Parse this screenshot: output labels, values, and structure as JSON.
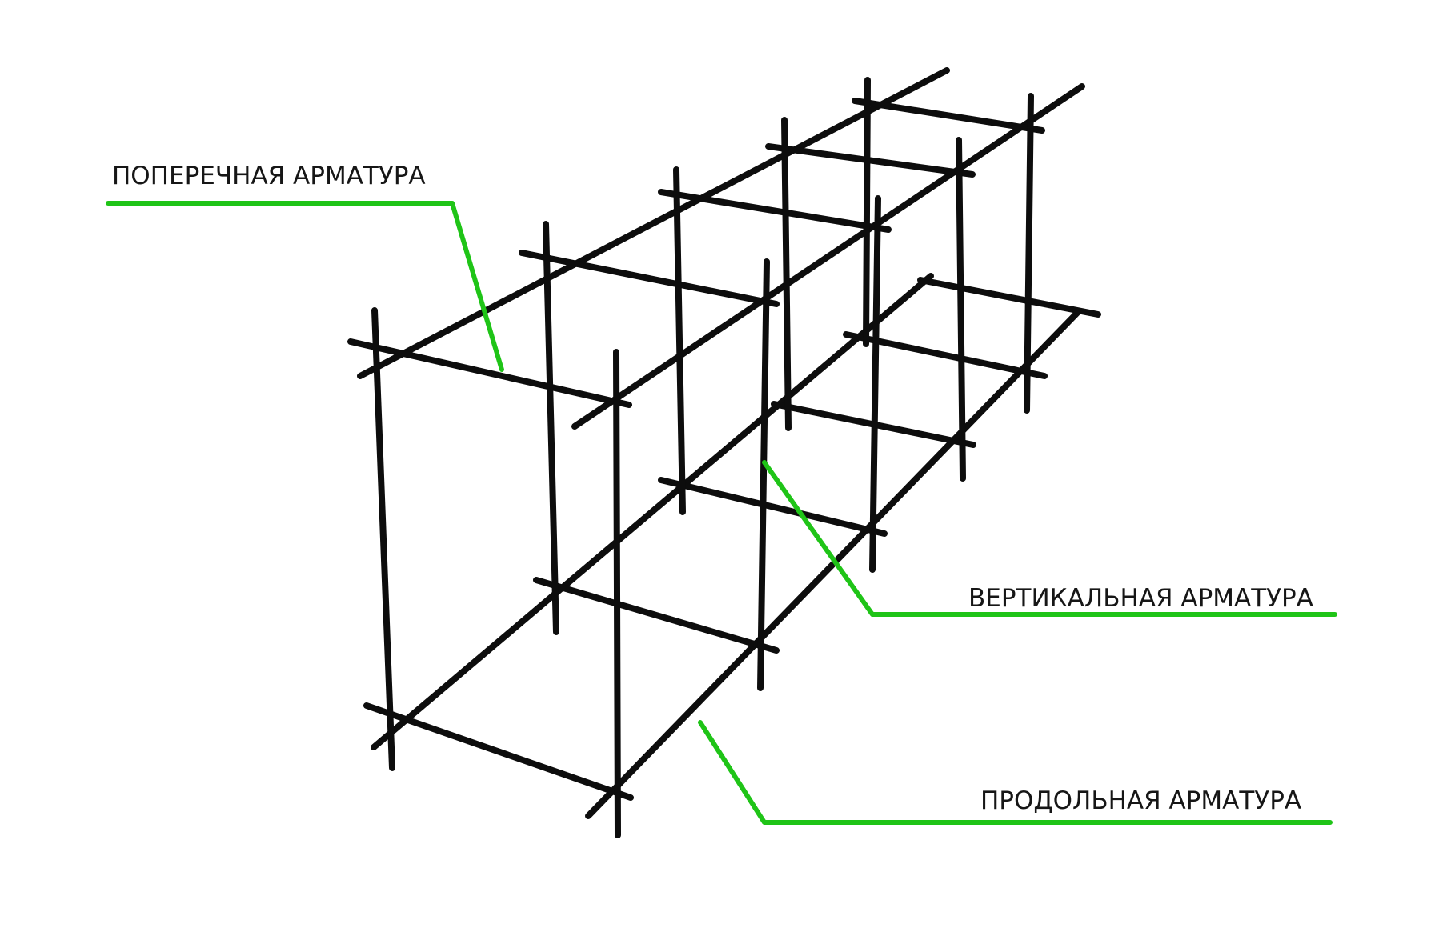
{
  "labels": {
    "transverse": "ПОПЕРЕЧНАЯ АРМАТУРА",
    "vertical": "ВЕРТИКАЛЬНАЯ АРМАТУРА",
    "longitudinal": "ПРОДОЛЬНАЯ АРМАТУРА"
  },
  "colors": {
    "rebar": "#0d0d0d",
    "leader": "#1fc417",
    "text": "#161616",
    "background": "#ffffff"
  }
}
